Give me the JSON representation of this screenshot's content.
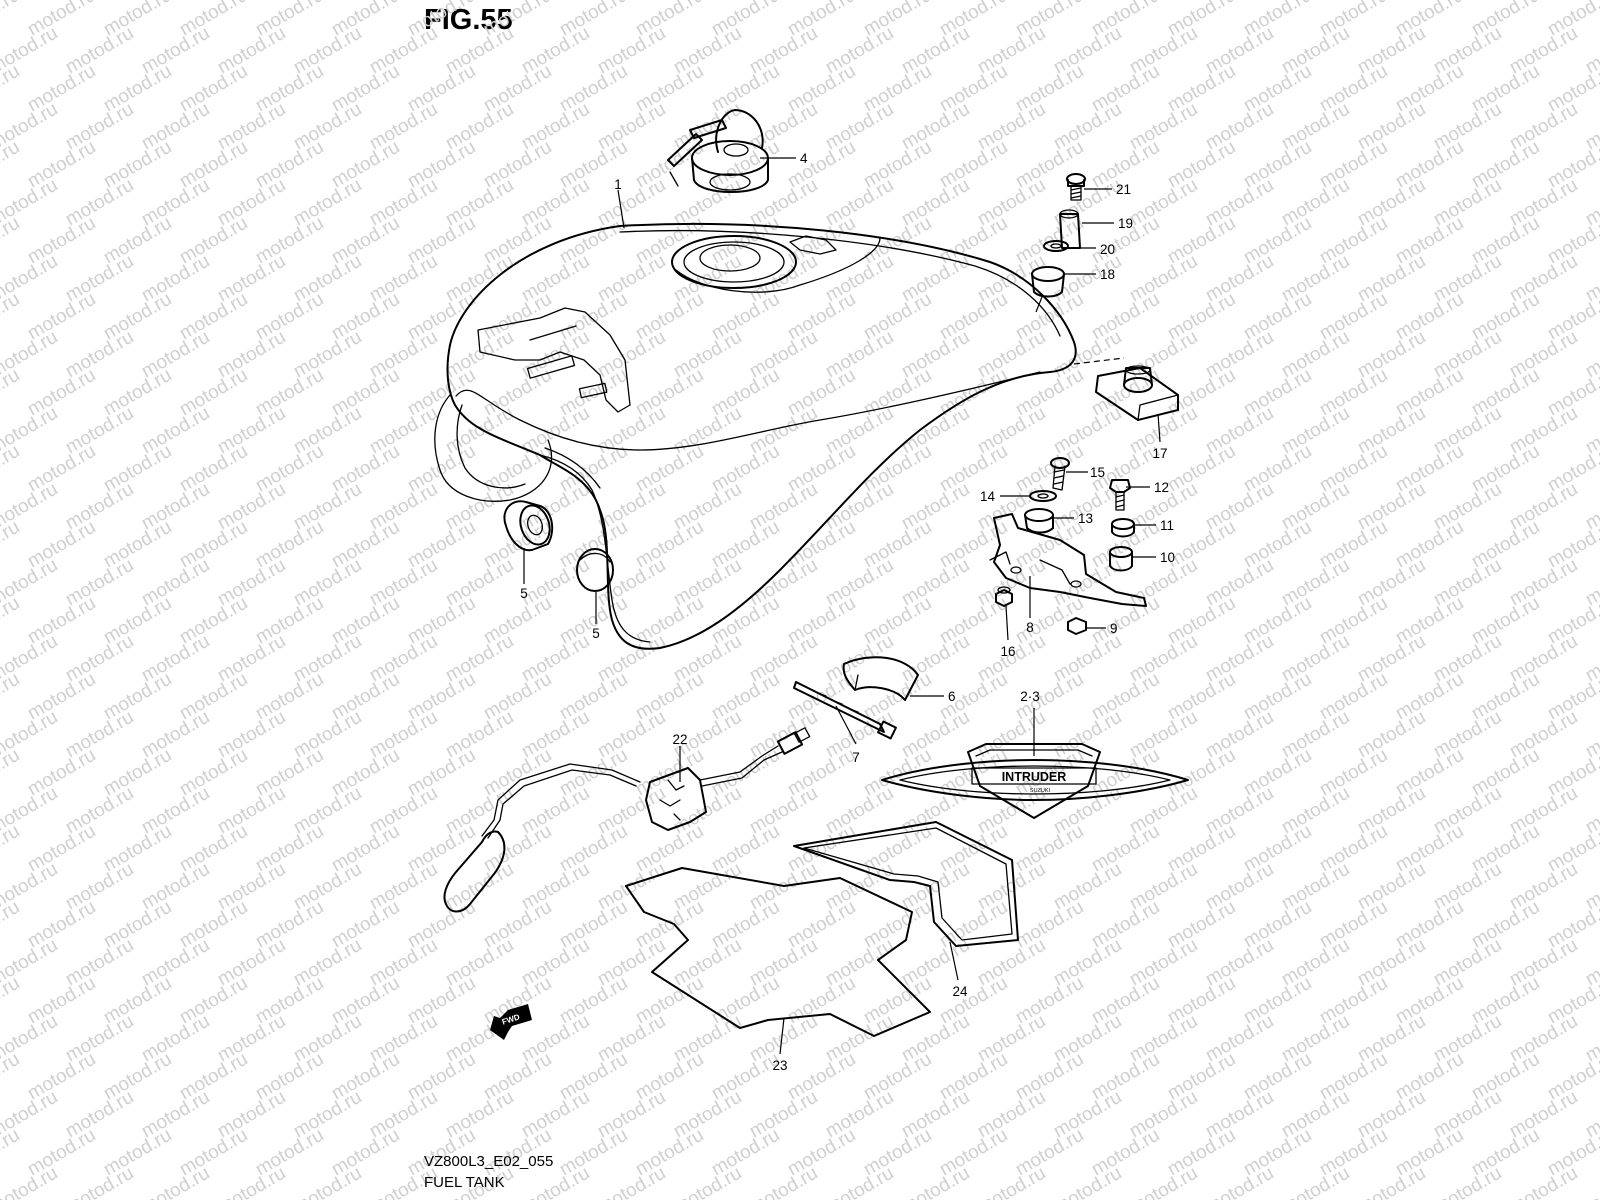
{
  "figure": {
    "title": "FIG.55"
  },
  "footer": {
    "code": "VZ800L3_E02_055",
    "name": "FUEL TANK"
  },
  "watermark": "motod.ru",
  "emblem": {
    "text": "INTRUDER",
    "sub": "SUZUKI"
  },
  "fwd_label": "FWD",
  "callouts": [
    "1",
    "2·3",
    "4",
    "5",
    "5",
    "6",
    "7",
    "8",
    "9",
    "10",
    "11",
    "12",
    "13",
    "14",
    "15",
    "16",
    "17",
    "18",
    "19",
    "20",
    "21",
    "22",
    "23",
    "24"
  ]
}
